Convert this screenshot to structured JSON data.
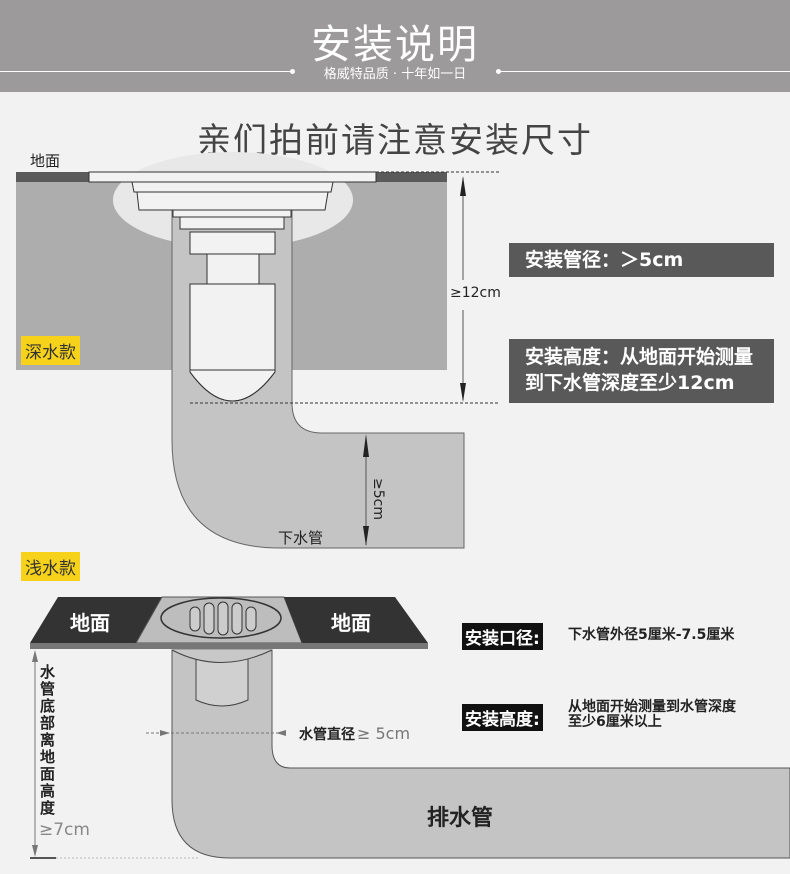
{
  "header": {
    "title": "安装说明",
    "subtitle": "格威特品质 · 十年如一日"
  },
  "sub_title": "亲们拍前请注意安装尺寸",
  "deep_model": {
    "tag": "深水款",
    "floor_label": "地面",
    "depth_dimension": "≥12cm",
    "pipe_dimension": "≥5cm",
    "pipe_label": "下水管",
    "info_diameter": "安装管径：＞5cm",
    "info_height_line1": "安装高度：从地面开始测量",
    "info_height_line2": "到下水管深度至少12cm"
  },
  "shallow_model": {
    "tag": "浅水款",
    "floor_left": "地面",
    "floor_right": "地面",
    "vertical_label": "水管底部离地面高度",
    "vertical_dimension": "≥7cm",
    "pipe_diameter_label": "水管直径",
    "pipe_diameter_value": "≥ 5cm",
    "drain_pipe_label": "排水管",
    "spec_diameter_tag": "安装口径:",
    "spec_diameter_text": "下水管外径5厘米-7.5厘米",
    "spec_height_tag": "安装高度:",
    "spec_height_line1": "从地面开始测量到水管深度",
    "spec_height_line2": "至少6厘米以上"
  },
  "colors": {
    "header_bg": "#9c9a9b",
    "page_bg": "#f2f2f2",
    "tag_yellow": "#f7d21a",
    "info_box": "#595959",
    "floor_dark": "#5a5a5a",
    "ground_gray": "#adadad",
    "pipe_gray": "#c4c4c4"
  }
}
